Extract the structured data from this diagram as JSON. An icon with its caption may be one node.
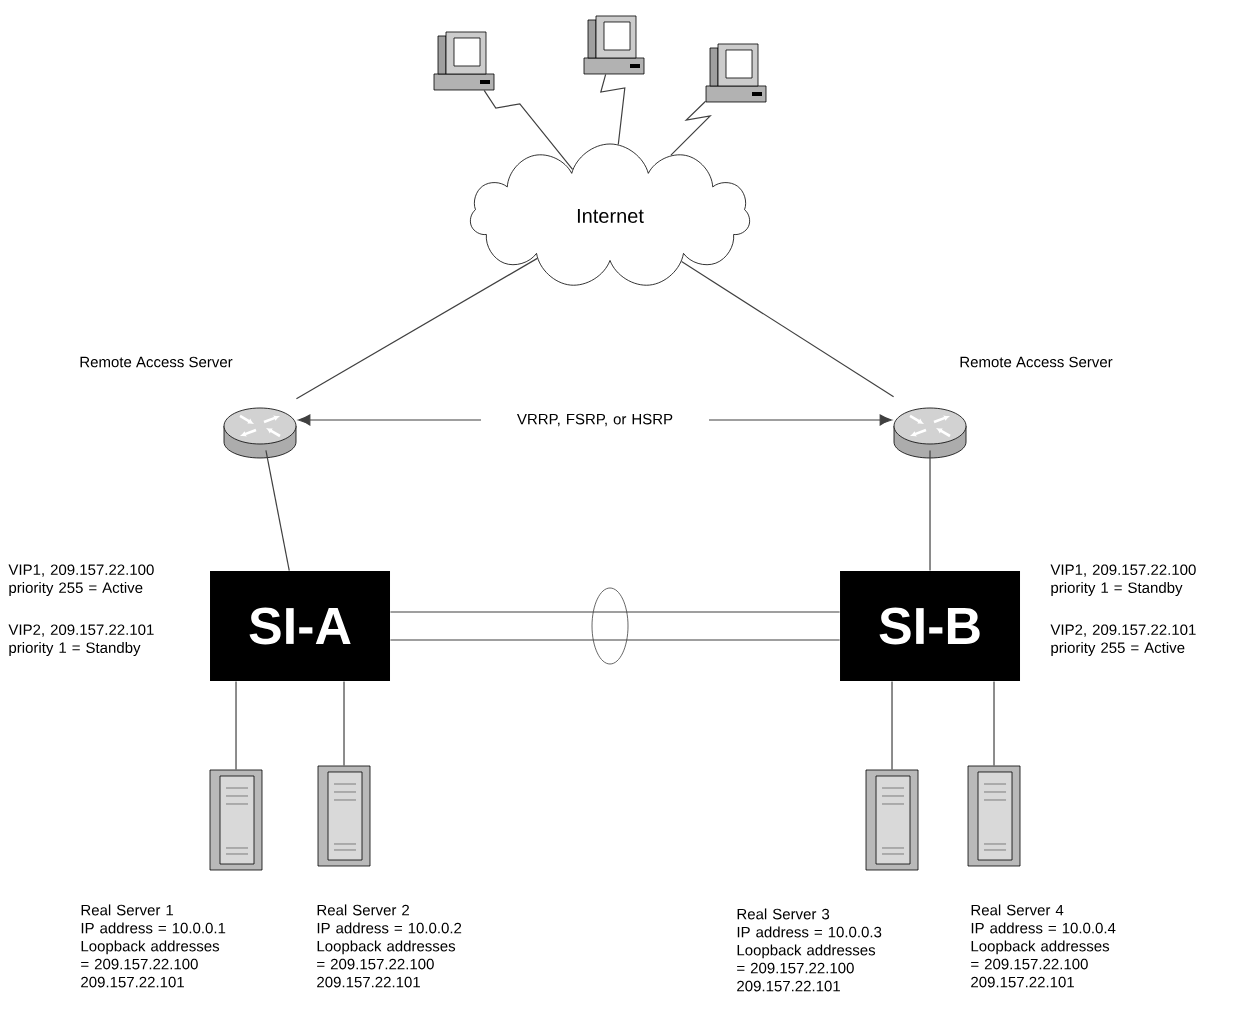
{
  "diagram": {
    "nodes": [
      {
        "text": [],
        "shape": "computer"
      },
      {
        "text": [],
        "shape": "computer"
      },
      {
        "text": [],
        "shape": "computer"
      },
      {
        "text": [
          "Internet"
        ]
      },
      {
        "text": [],
        "shape": "router",
        "beside": [
          "Remote Access Server"
        ]
      },
      {
        "text": [],
        "shape": "router",
        "beside": [
          "Remote Access Server"
        ]
      },
      {
        "text": [
          "SI-A"
        ],
        "beside": [
          "VIP1, 209.157.22.100 priority 255 = Active",
          "VIP2, 209.157.22.101 priority 1 = Standby"
        ]
      },
      {
        "text": [
          "SI-B"
        ],
        "beside": [
          "VIP1, 209.157.22.100 priority 1 = Standby",
          "VIP2, 209.157.22.101 priority 255 = Active"
        ]
      },
      {
        "text": [],
        "shape": "server",
        "beside": [
          "Real Server 1",
          "IP address = 10.0.0.1",
          "Loopback addresses = 209.157.22.100 209.157.22.101"
        ]
      },
      {
        "text": [],
        "shape": "server",
        "beside": [
          "Real Server 2",
          "IP address = 10.0.0.2",
          "Loopback addresses = 209.157.22.100 209.157.22.101"
        ]
      },
      {
        "text": [],
        "shape": "server",
        "beside": [
          "Real Server 3",
          "IP address = 10.0.0.3",
          "Loopback addresses = 209.157.22.100 209.157.22.101"
        ]
      },
      {
        "text": [],
        "shape": "server",
        "beside": [
          "Real Server 4",
          "IP address = 10.0.0.4",
          "Loopback addresses = 209.157.22.100 209.157.22.101"
        ]
      }
    ],
    "edges": [
      {
        "from": 0,
        "to": 3,
        "arrow": "none"
      },
      {
        "from": 1,
        "to": 3,
        "arrow": "none"
      },
      {
        "from": 2,
        "to": 3,
        "arrow": "none"
      },
      {
        "from": 3,
        "to": 4,
        "arrow": "none"
      },
      {
        "from": 3,
        "to": 5,
        "arrow": "none"
      },
      {
        "from": 4,
        "to": 5,
        "arrow": "both",
        "label": "VRRP, FSRP, or HSRP"
      },
      {
        "from": 4,
        "to": 6,
        "arrow": "none"
      },
      {
        "from": 5,
        "to": 7,
        "arrow": "none"
      },
      {
        "from": 6,
        "to": 7,
        "arrow": "none"
      },
      {
        "from": 6,
        "to": 7,
        "arrow": "none"
      },
      {
        "from": 6,
        "to": 8,
        "arrow": "none"
      },
      {
        "from": 6,
        "to": 9,
        "arrow": "none"
      },
      {
        "from": 7,
        "to": 10,
        "arrow": "none"
      },
      {
        "from": 7,
        "to": 11,
        "arrow": "none"
      }
    ]
  }
}
